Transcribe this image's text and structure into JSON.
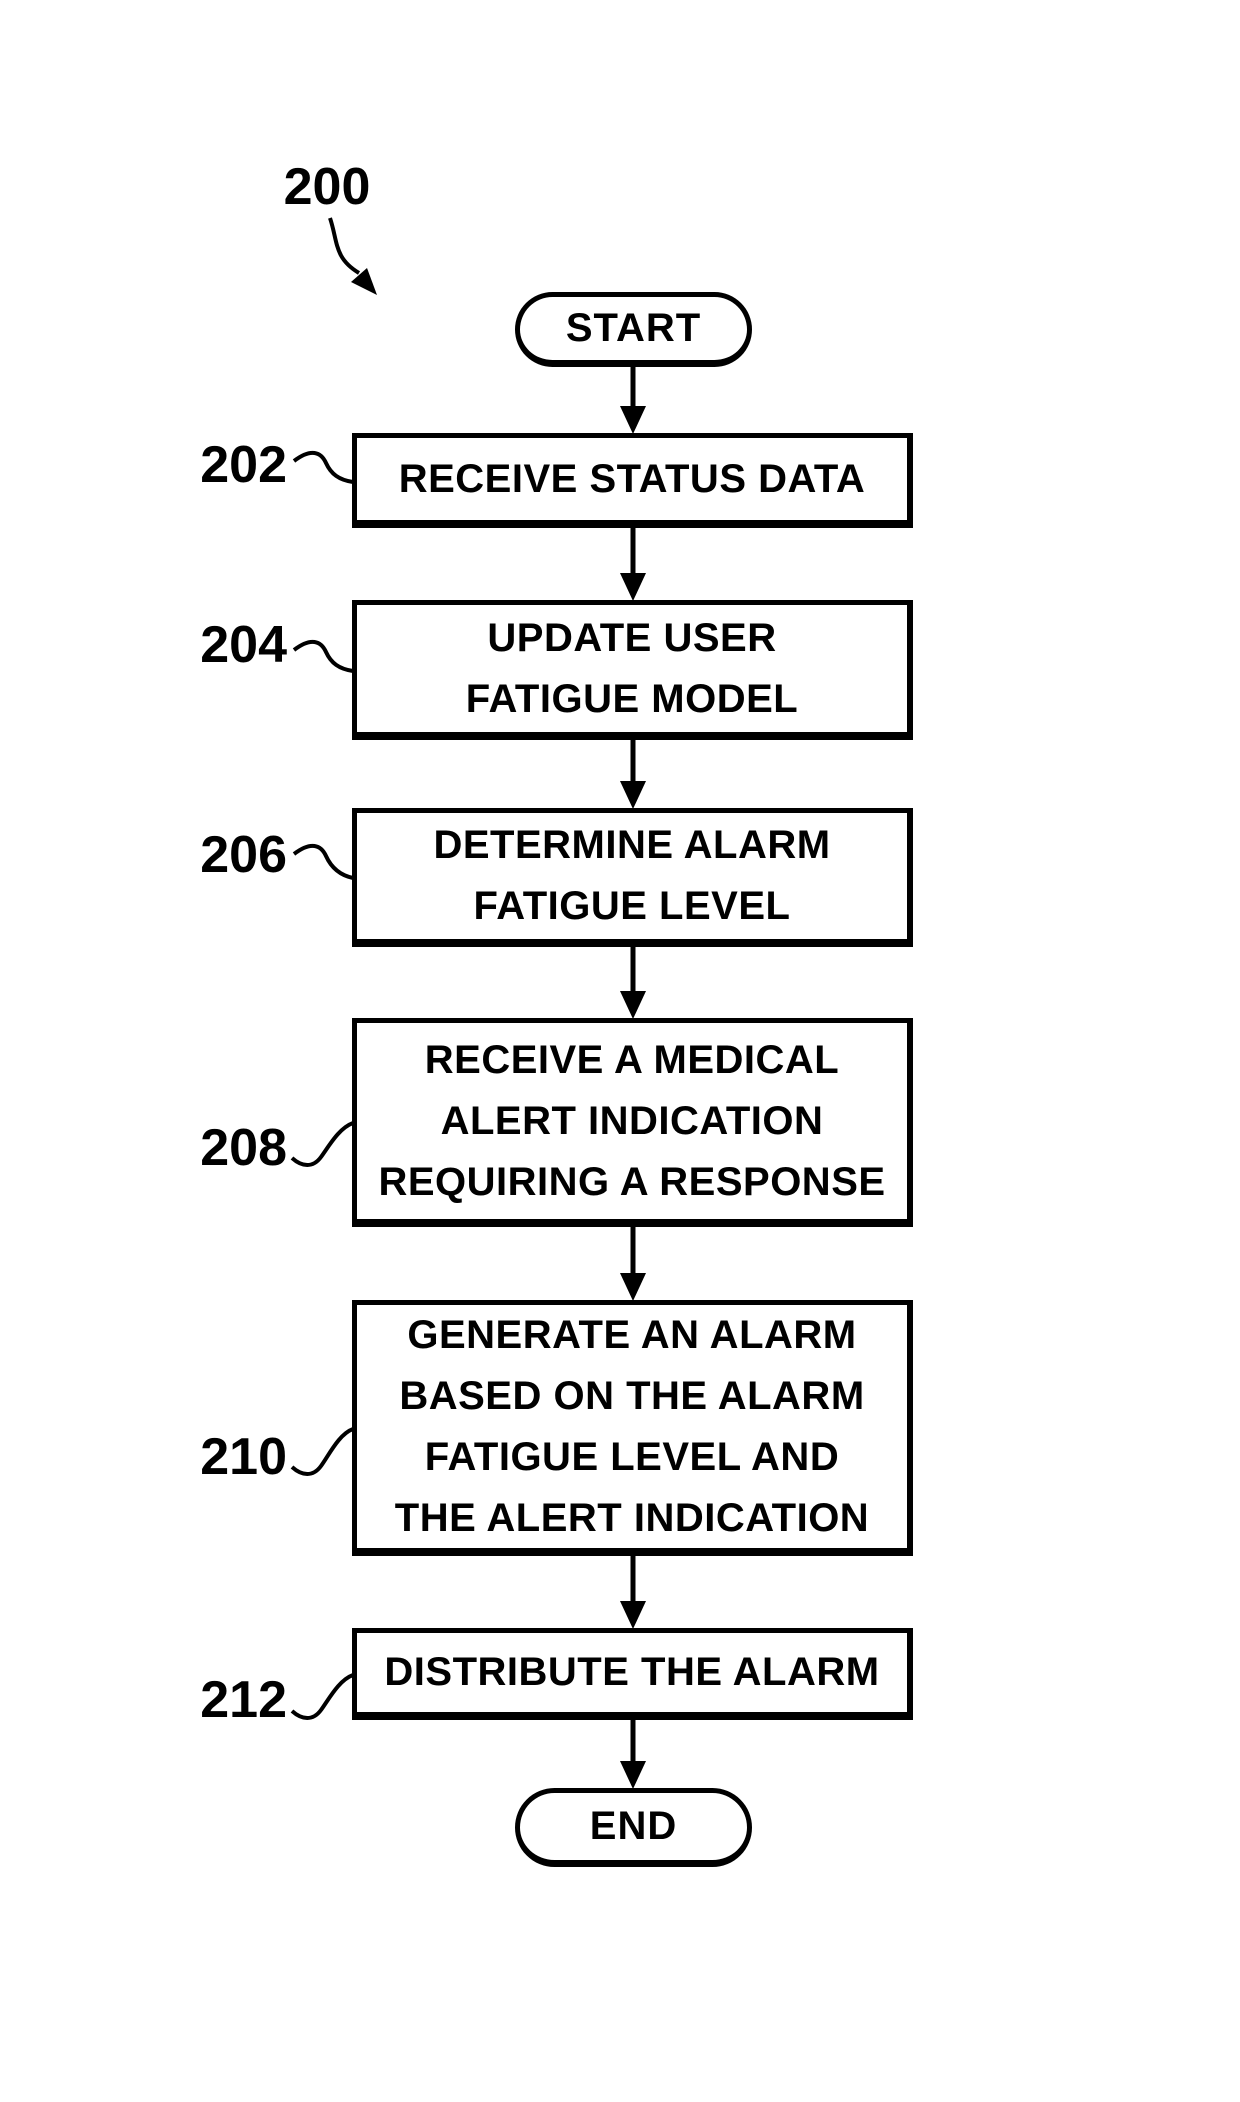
{
  "figure": {
    "reference_label": "200",
    "colors": {
      "ink": "#000000",
      "background": "#ffffff"
    },
    "terminals": {
      "start_label": "START",
      "end_label": "END"
    },
    "steps": [
      {
        "ref": "202",
        "lines": [
          "RECEIVE STATUS DATA"
        ]
      },
      {
        "ref": "204",
        "lines": [
          "UPDATE USER",
          "FATIGUE MODEL"
        ]
      },
      {
        "ref": "206",
        "lines": [
          "DETERMINE ALARM",
          "FATIGUE LEVEL"
        ]
      },
      {
        "ref": "208",
        "lines": [
          "RECEIVE A MEDICAL",
          "ALERT INDICATION",
          "REQUIRING A RESPONSE"
        ]
      },
      {
        "ref": "210",
        "lines": [
          "GENERATE AN ALARM",
          "BASED ON THE ALARM",
          "FATIGUE LEVEL AND",
          "THE ALERT INDICATION"
        ]
      },
      {
        "ref": "212",
        "lines": [
          "DISTRIBUTE THE ALARM"
        ]
      }
    ]
  }
}
